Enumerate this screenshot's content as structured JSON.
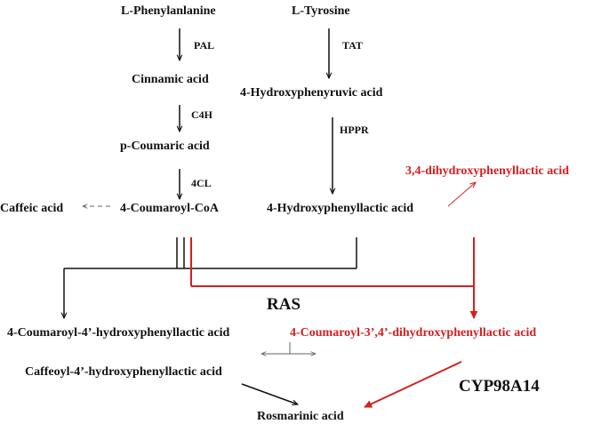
{
  "colors": {
    "black": "#111111",
    "red": "#d42020",
    "gray": "#888888"
  },
  "compounds": {
    "l_phenylalanine": "L-Phenylanlanine",
    "l_tyrosine": "L-Tyrosine",
    "cinnamic_acid": "Cinnamic acid",
    "hydroxyphenylpyruvic_acid": "4-Hydroxyphenyruvic acid",
    "p_coumaric_acid": "p-Coumaric acid",
    "dihydroxyphenyllactic_acid": "3,4-dihydroxyphenyllactic acid",
    "caffeic_acid": "Caffeic acid",
    "coumaroyl_coa": "4-Coumaroyl-CoA",
    "hydroxyphenyllactic_acid": "4-Hydroxyphenyllactic acid",
    "coumaroyl_4_hpla": "4-Coumaroyl-4’-hydroxyphenyllactic acid",
    "coumaroyl_3_4_dhpla": "4-Coumaroyl-3’,4’-dihydroxyphenyllactic acid",
    "caffeoyl_4_hpla": "Caffeoyl-4’-hydroxyphenyllactic acid",
    "rosmarinic_acid": "Rosmarinic acid"
  },
  "enzymes": {
    "pal": "PAL",
    "tat": "TAT",
    "c4h": "C4H",
    "hppr": "HPPR",
    "cl4": "4CL",
    "ras": "RAS",
    "cyp98a14": "CYP98A14"
  }
}
